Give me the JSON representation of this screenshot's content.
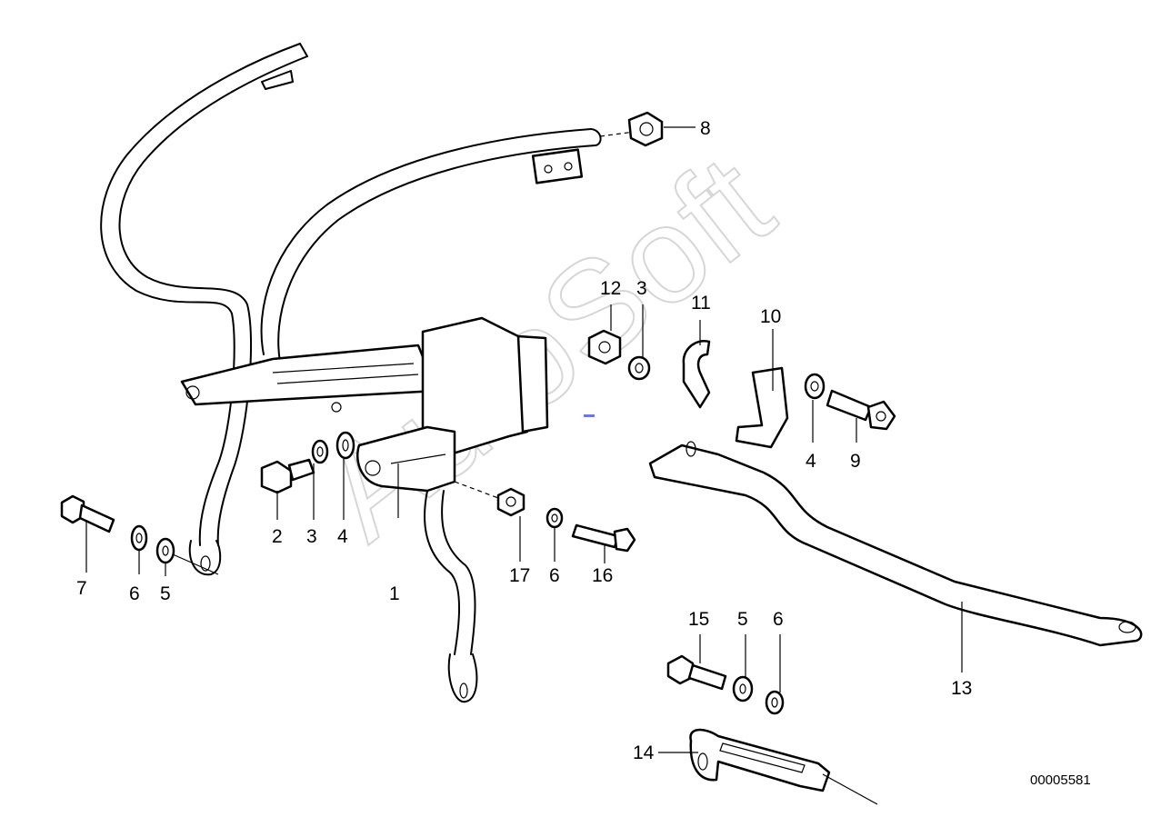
{
  "watermark": {
    "text": "AutoSoft"
  },
  "document_number": "00005581",
  "callouts": [
    {
      "id": "c1",
      "label": "1"
    },
    {
      "id": "c2",
      "label": "2"
    },
    {
      "id": "c3a",
      "label": "3"
    },
    {
      "id": "c3b",
      "label": "3"
    },
    {
      "id": "c4a",
      "label": "4"
    },
    {
      "id": "c4b",
      "label": "4"
    },
    {
      "id": "c5a",
      "label": "5"
    },
    {
      "id": "c5b",
      "label": "5"
    },
    {
      "id": "c6a",
      "label": "6"
    },
    {
      "id": "c6b",
      "label": "6"
    },
    {
      "id": "c6c",
      "label": "6"
    },
    {
      "id": "c7",
      "label": "7"
    },
    {
      "id": "c8",
      "label": "8"
    },
    {
      "id": "c9",
      "label": "9"
    },
    {
      "id": "c10",
      "label": "10"
    },
    {
      "id": "c11",
      "label": "11"
    },
    {
      "id": "c12",
      "label": "12"
    },
    {
      "id": "c13",
      "label": "13"
    },
    {
      "id": "c14",
      "label": "14"
    },
    {
      "id": "c15",
      "label": "15"
    },
    {
      "id": "c16",
      "label": "16"
    },
    {
      "id": "c17",
      "label": "17"
    }
  ]
}
